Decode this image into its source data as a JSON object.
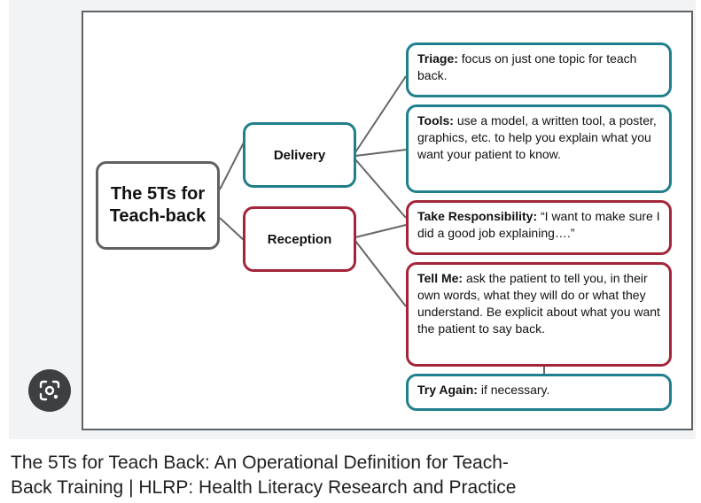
{
  "result": {
    "caption_line1": "The 5Ts for Teach Back: An Operational Definition for Teach-",
    "caption_line2": "Back Training | HLRP: Health Literacy Research and Practice"
  },
  "lens": {
    "icon": "lens-icon"
  },
  "diagram": {
    "root": {
      "line1": "The 5Ts for",
      "line2": "Teach-back"
    },
    "delivery": "Delivery",
    "reception": "Reception",
    "triage": {
      "term": "Triage:",
      "text": " focus on just one topic for teach back."
    },
    "tools": {
      "term": "Tools:",
      "text": " use a model, a written tool, a poster, graphics, etc. to help you explain what you want your patient to know."
    },
    "take_responsibility": {
      "term": "Take Responsibility:",
      "text": " “I want to make sure I did a good job explaining….”"
    },
    "tell_me": {
      "term": "Tell Me:",
      "text": " ask the patient to tell you, in their own words, what they will do or what they understand. Be explicit about what you want the patient to say back."
    },
    "try_again": {
      "term": "Try Again:",
      "text": " if necessary."
    }
  },
  "colors": {
    "teal": "#1f7f8c",
    "red": "#a3253a",
    "gray": "#616161"
  }
}
